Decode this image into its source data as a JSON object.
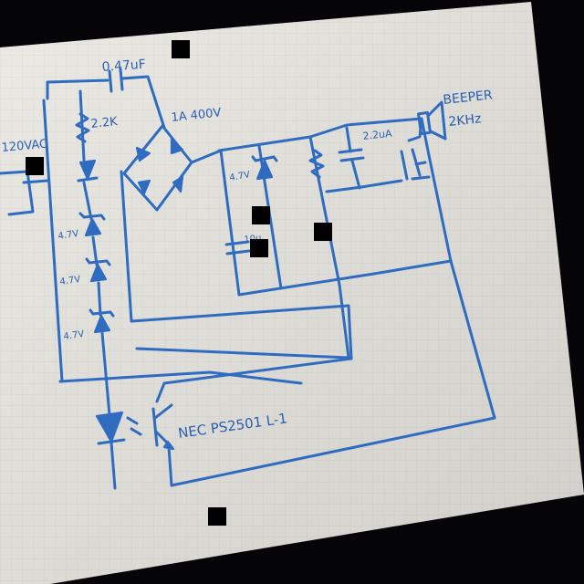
{
  "diagram": {
    "labels": {
      "cap_top": "0.47uF",
      "resistor_top": "2.2K",
      "bridge": "1A 400V",
      "ac_input": "120VAC",
      "beeper_name": "BEEPER",
      "beeper_freq": "2KHz",
      "cap_right": "2.2uA",
      "zener_right": "4.7V",
      "cap_mid": "10u",
      "zener_1": "4.7V",
      "zener_2": "4.7V",
      "zener_3": "4.7V",
      "optocoupler": "NEC PS2501 L-1"
    },
    "components": [
      "capacitor",
      "resistor",
      "bridge-rectifier",
      "diode",
      "zener-diode",
      "electrolytic-capacitor",
      "led",
      "phototransistor",
      "mosfet",
      "beeper"
    ]
  },
  "colors": {
    "paper": "#e8e6e0",
    "ink": "#2f6cc0",
    "background": "#050507",
    "redaction": "#000000"
  }
}
